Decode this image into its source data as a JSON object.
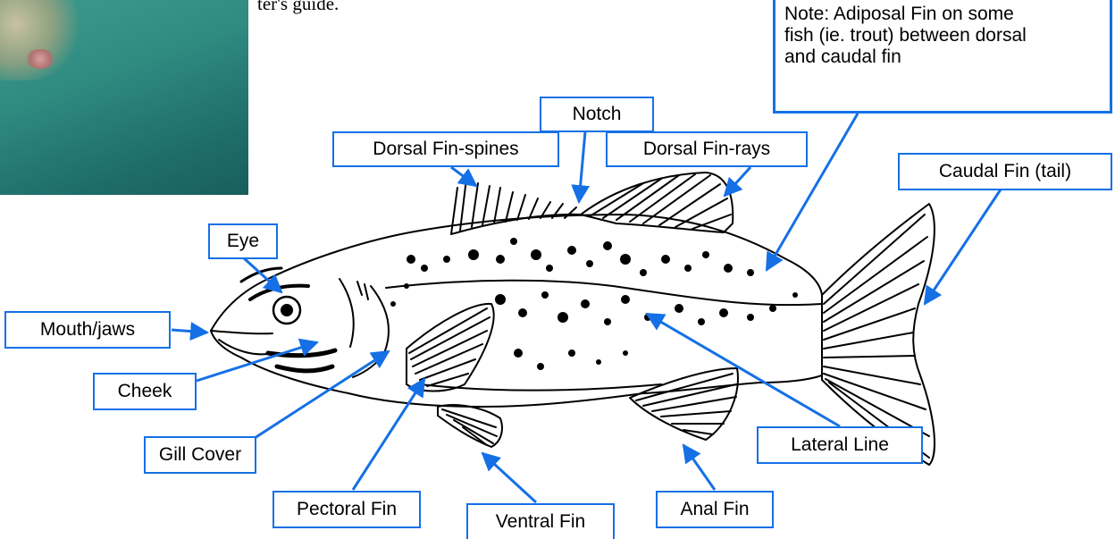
{
  "caption_fragment": "ter's guide.",
  "note": "Note: Adiposal Fin on some\nfish (ie. trout) between dorsal\nand caudal fin",
  "labels": {
    "notch": "Notch",
    "dorsal_spines": "Dorsal Fin-spines",
    "dorsal_rays": "Dorsal Fin-rays",
    "caudal": "Caudal Fin (tail)",
    "eye": "Eye",
    "mouth": "Mouth/jaws",
    "cheek": "Cheek",
    "gill_cover": "Gill Cover",
    "pectoral": "Pectoral Fin",
    "ventral": "Ventral Fin",
    "anal": "Anal Fin",
    "lateral_line": "Lateral Line"
  },
  "colors": {
    "label_border": "#1570e6",
    "arrow": "#1570e6",
    "fish_line": "#000000",
    "photo_water": "#2f8a80"
  }
}
